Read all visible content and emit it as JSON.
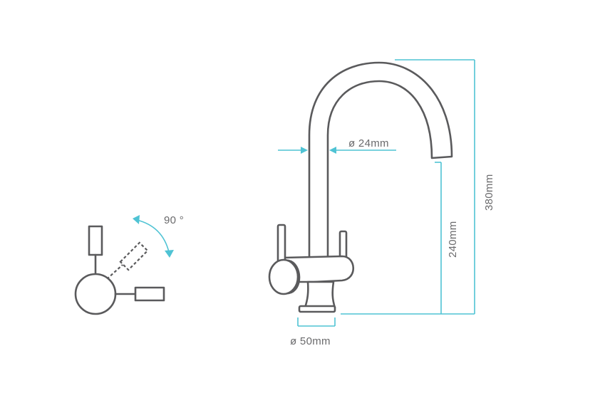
{
  "colors": {
    "outline": "#5a5a5c",
    "dimension": "#4fc3d4",
    "text": "#6a6a6c",
    "background": "#ffffff"
  },
  "labels": {
    "rotation": "90 °",
    "spout_diameter": "ø 24mm",
    "height_total": "380mm",
    "height_spout": "240mm",
    "base_diameter": "ø 50mm"
  }
}
